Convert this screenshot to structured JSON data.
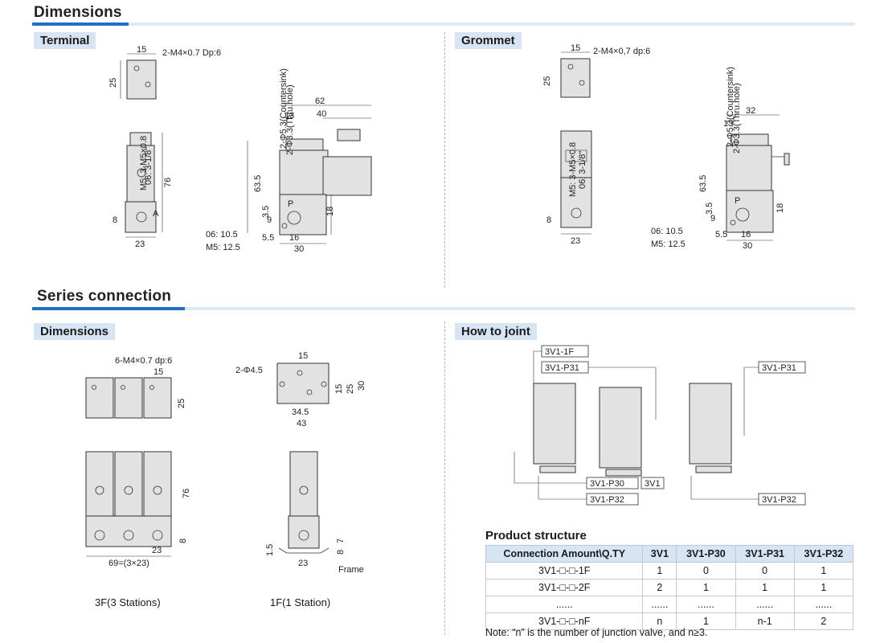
{
  "sections": {
    "dimensions": "Dimensions",
    "series_connection": "Series connection"
  },
  "subsections": {
    "terminal": "Terminal",
    "grommet": "Grommet",
    "series_dimensions": "Dimensions",
    "how_to_joint": "How to joint"
  },
  "terminal": {
    "thread_note": "2-M4×0.7 Dp:6",
    "d15": "15",
    "d25": "25",
    "port_m5": "M5: 3-M5×0.8",
    "port_06": "06: 3-1/8\"",
    "d76": "76",
    "d8": "8",
    "d23": "23",
    "d62": "62",
    "d40": "40",
    "d13": "13",
    "countersink": "2-Φ5.3(Countersink)",
    "thru_hole": "2-Φ3.3(Thru.hole)",
    "d63_5": "63.5",
    "d3_5": "3.5",
    "d9": "9",
    "d18": "18",
    "d5_5": "5.5",
    "d16": "16",
    "d30": "30",
    "p_label": "P",
    "a_label": "A",
    "o6": "06: 10.5",
    "m5": "M5: 12.5"
  },
  "grommet": {
    "thread_note": "2-M4×0,7 dp:6",
    "d15": "15",
    "d25": "25",
    "port_m5": "M5: 3-M5×0.8",
    "port_06": "06: 3-1/8\"",
    "d8": "8",
    "d23": "23",
    "d32": "32",
    "d13": "13",
    "countersink": "2-Φ5.3(Countersink)",
    "thru_hole": "2-Φ3.3(Thru.hole)",
    "d63_5": "63.5",
    "d3_5": "3.5",
    "d9": "9",
    "d18": "18",
    "d5_5": "5.5",
    "d16": "16",
    "d30": "30",
    "p_label": "P",
    "o6": "06: 10.5",
    "m5": "M5: 12.5"
  },
  "series_dims": {
    "thread_note": "6-M4×0.7 dp:6",
    "d15": "15",
    "d25": "25",
    "hole_note": "2-Φ4.5",
    "d15b": "15",
    "d15c": "15",
    "d25b": "25",
    "d30": "30",
    "d34_5": "34.5",
    "d43": "43",
    "d76": "76",
    "d23": "23",
    "d8": "8",
    "total": "69=(3×23)",
    "d1_5": "1.5",
    "d7": "7",
    "d8b": "8",
    "d23b": "23",
    "frame": "Frame",
    "caption_3f": "3F(3 Stations)",
    "caption_1f": "1F(1 Station)"
  },
  "joint_labels": {
    "l1": "3V1-1F",
    "l2": "3V1-P31",
    "l3": "3V1-P31",
    "l4": "3V1-P30",
    "l5": "3V1",
    "l6": "3V1-P32",
    "l7": "3V1-P32"
  },
  "product_structure": {
    "title": "Product structure",
    "headers": [
      "Connection Amount\\Q.TY",
      "3V1",
      "3V1-P30",
      "3V1-P31",
      "3V1-P32"
    ],
    "rows": [
      [
        "3V1-□-□-1F",
        "1",
        "0",
        "0",
        "1"
      ],
      [
        "3V1-□-□-2F",
        "2",
        "1",
        "1",
        "1"
      ],
      [
        "......",
        "......",
        "......",
        "......",
        "......"
      ],
      [
        "3V1-□-□-nF",
        "n",
        "1",
        "n-1",
        "2"
      ]
    ],
    "note": "Note: “n” is the number of junction valve, and n≥3."
  }
}
